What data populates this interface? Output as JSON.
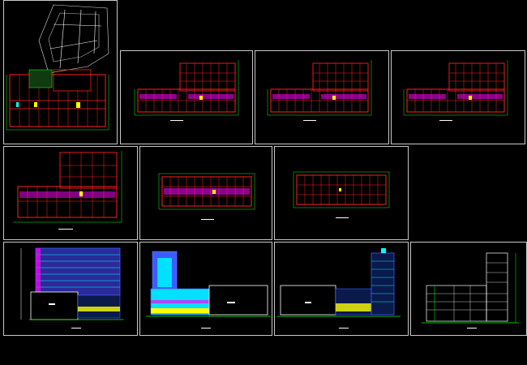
{
  "canvas": {
    "background": "#000000"
  },
  "colors": {
    "frame": "#c8c8c8",
    "wall": "#ff2020",
    "grid": "#00ff00",
    "detail": "#ffffff",
    "hatch": "#ff00ff",
    "glass": "#00ffff",
    "blue": "#3c5cff",
    "yellow": "#ffff00",
    "cyan": "#00e0ff"
  },
  "sheets": [
    {
      "id": "sheet-1",
      "kind": "site-and-ground-floor-plan"
    },
    {
      "id": "sheet-2",
      "kind": "second-floor-plan"
    },
    {
      "id": "sheet-3",
      "kind": "third-floor-plan"
    },
    {
      "id": "sheet-4",
      "kind": "fourth-floor-plan"
    },
    {
      "id": "sheet-5",
      "kind": "fifth-floor-plan"
    },
    {
      "id": "sheet-6",
      "kind": "typical-floor-plan-a"
    },
    {
      "id": "sheet-7",
      "kind": "typical-floor-plan-b"
    },
    {
      "id": "sheet-8",
      "kind": "front-elevation"
    },
    {
      "id": "sheet-9",
      "kind": "side-elevation"
    },
    {
      "id": "sheet-10",
      "kind": "rear-elevation"
    },
    {
      "id": "sheet-11",
      "kind": "section"
    }
  ]
}
